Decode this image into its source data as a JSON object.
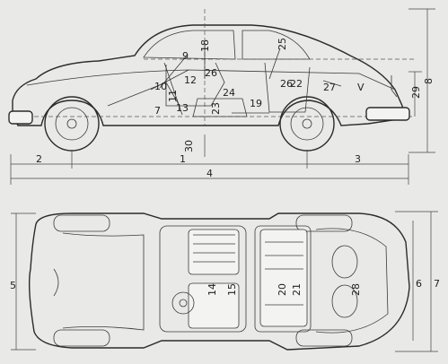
{
  "side_view": {
    "callouts": {
      "c1": "1",
      "c2": "2",
      "c3": "3",
      "c4": "4",
      "c8": "8",
      "c9": "9",
      "c10": "10",
      "c11": "11",
      "c12": "12",
      "c13": "13",
      "c18": "18",
      "c19": "19",
      "c22": "22",
      "c23": "23",
      "c24": "24",
      "c25": "25",
      "c26": "26",
      "c27": "27",
      "c29": "29",
      "c30": "30",
      "c7": "7",
      "cV": "V"
    }
  },
  "top_view": {
    "callouts": {
      "c5": "5",
      "c6": "6",
      "c7": "7",
      "c14": "14",
      "c15": "15",
      "c20": "20",
      "c21": "21",
      "c28": "28"
    }
  },
  "colors": {
    "paper": "#e9e9e7",
    "ink": "#2b2b2b"
  }
}
